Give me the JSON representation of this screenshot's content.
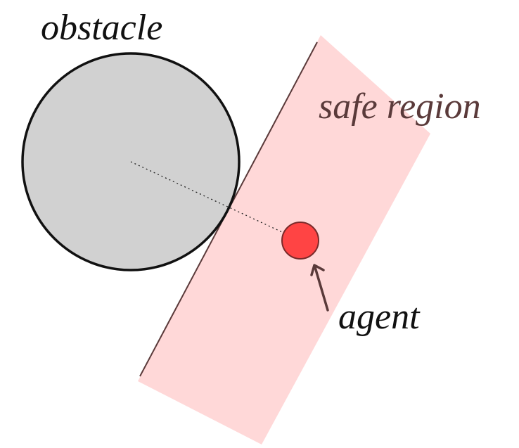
{
  "labels": {
    "obstacle": "obstacle",
    "safe_region": "safe region",
    "agent": "agent"
  },
  "colors": {
    "background": "#ffffff",
    "obstacle_fill": "#cccccc",
    "obstacle_stroke": "#111111",
    "safe_region_fill": "#ffc8c8",
    "boundary_line": "#5a3a3a",
    "agent_fill": "#ff4444",
    "agent_stroke": "#7a2a2a",
    "arrow": "#5a3a3a",
    "label_text": "#111111",
    "safe_region_text": "#5a3a3a"
  },
  "icons": {
    "obstacle": "circle",
    "agent": "filled-circle",
    "pointer": "arrow"
  }
}
